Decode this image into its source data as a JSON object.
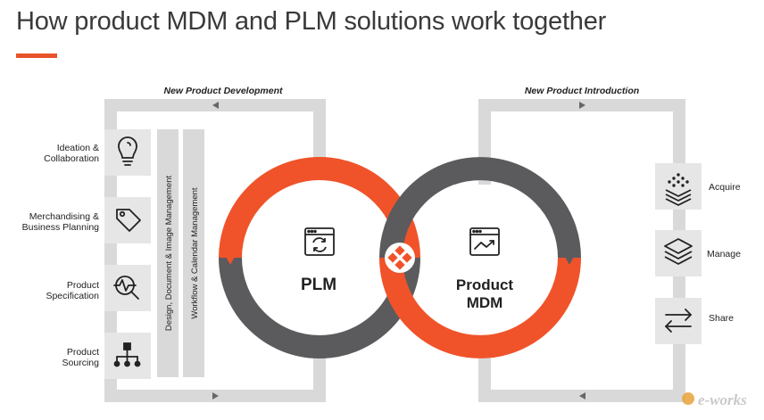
{
  "title": "How product MDM and PLM solutions work together",
  "loops": {
    "left_label": "New Product Development",
    "right_label": "New Product Introduction"
  },
  "left_items": [
    {
      "line1": "Ideation &",
      "line2": "Collaboration",
      "icon": "lightbulb-icon"
    },
    {
      "line1": "Merchandising &",
      "line2": "Business Planning",
      "icon": "price-tag-icon"
    },
    {
      "line1": "Product",
      "line2": "Specification",
      "icon": "magnifier-pulse-icon"
    },
    {
      "line1": "Product",
      "line2": "Sourcing",
      "icon": "org-chart-icon"
    }
  ],
  "vertical_bars": [
    "Design, Document & Image Management",
    "Workflow & Calendar Management"
  ],
  "plm": {
    "label": "PLM",
    "icon": "sync-window-icon"
  },
  "mdm": {
    "line1": "Product",
    "line2": "MDM",
    "icon": "chart-window-icon"
  },
  "right_items": [
    {
      "label": "Acquire",
      "icon": "acquire-icon"
    },
    {
      "label": "Manage",
      "icon": "layers-icon"
    },
    {
      "label": "Share",
      "icon": "swap-arrows-icon"
    }
  ],
  "watermark": "e-works",
  "colors": {
    "orange": "#f0532a",
    "dark": "#5b5b5e",
    "light_gray": "#d9d9d9",
    "tile": "#e6e6e6",
    "text": "#222222"
  }
}
